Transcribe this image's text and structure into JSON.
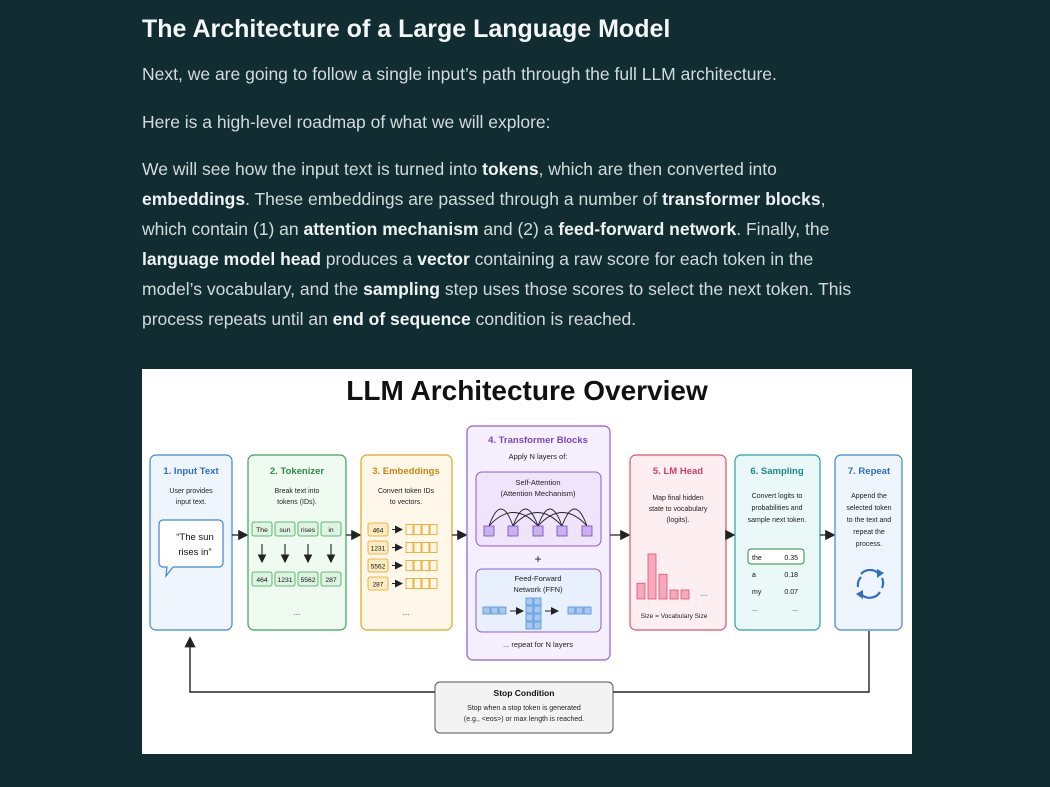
{
  "article": {
    "title": "The Architecture of a Large Language Model",
    "p1": "Next, we are going to follow a single input’s path through the full LLM architecture.",
    "p2": "Here is a high-level roadmap of what we will explore:",
    "p3": {
      "s1": "We will see how the input text is turned into ",
      "b1": "tokens",
      "s2": ", which are then converted into ",
      "b2": "embeddings",
      "s3": ". These embeddings are passed through a number of ",
      "b3": "transformer blocks",
      "s4": ", which contain (1) an ",
      "b4": "attention mechanism",
      "s5": " and (2) a ",
      "b5": "feed-forward network",
      "s6": ". Finally, the ",
      "b6": "language model head",
      "s7": " produces a ",
      "b7": "vector",
      "s8": " containing a raw score for each token in the model’s vocabulary, and the ",
      "b8": "sampling",
      "s9": " step uses those scores to select the next token. This process repeats until an ",
      "b9": "end of sequence",
      "s10": " condition is reached."
    }
  },
  "figure": {
    "title": "LLM Architecture Overview",
    "input": {
      "title": "1. Input Text",
      "desc1": "User provides",
      "desc2": "input text.",
      "bubble1": "“The sun",
      "bubble2": "rises in”"
    },
    "tokenizer": {
      "title": "2. Tokenizer",
      "desc1": "Break text into",
      "desc2": "tokens (IDs).",
      "words": [
        "The",
        "sun",
        "rises",
        "in"
      ],
      "ids": [
        "464",
        "1231",
        "5562",
        "287"
      ],
      "more": "..."
    },
    "embeddings": {
      "title": "3. Embeddings",
      "desc1": "Convert token IDs",
      "desc2": "to vectors.",
      "ids": [
        "464",
        "1231",
        "5562",
        "287"
      ],
      "more": "..."
    },
    "transformer": {
      "title": "4. Transformer Blocks",
      "subtitle": "Apply N layers of:",
      "attn1": "Self-Attention",
      "attn2": "(Attention Mechanism)",
      "plus": "+",
      "ffn1": "Feed-Forward",
      "ffn2": "Network (FFN)",
      "repeat": "... repeat for N layers"
    },
    "lmhead": {
      "title": "5. LM Head",
      "desc1": "Map final hidden",
      "desc2": "state to vocabulary",
      "desc3": "(logits).",
      "more": "...",
      "size": "Size = Vocabulary Size",
      "bar_values": [
        0.35,
        1.0,
        0.55,
        0.2,
        0.2
      ]
    },
    "sampling": {
      "title": "6. Sampling",
      "desc1": "Convert logits to",
      "desc2": "probabilities and",
      "desc3": "sample next token.",
      "rows": [
        {
          "token": "the",
          "prob": "0.35"
        },
        {
          "token": "a",
          "prob": "0.18"
        },
        {
          "token": "my",
          "prob": "0.07"
        },
        {
          "token": "...",
          "prob": "..."
        }
      ]
    },
    "repeat": {
      "title": "7. Repeat",
      "desc1": "Append the",
      "desc2": "selected token",
      "desc3": "to the text and",
      "desc4": "repeat the",
      "desc5": "process."
    },
    "stop": {
      "title": "Stop Condition",
      "desc1": "Stop when a stop token is generated",
      "desc2": "(e.g., <eos>) or max length is reached."
    },
    "colors": {
      "blue": "#3f86d8",
      "green": "#3aa655",
      "orange": "#e6a21c",
      "purple": "#8f5bd6",
      "red": "#e0506f",
      "teal": "#23a3a8"
    }
  }
}
